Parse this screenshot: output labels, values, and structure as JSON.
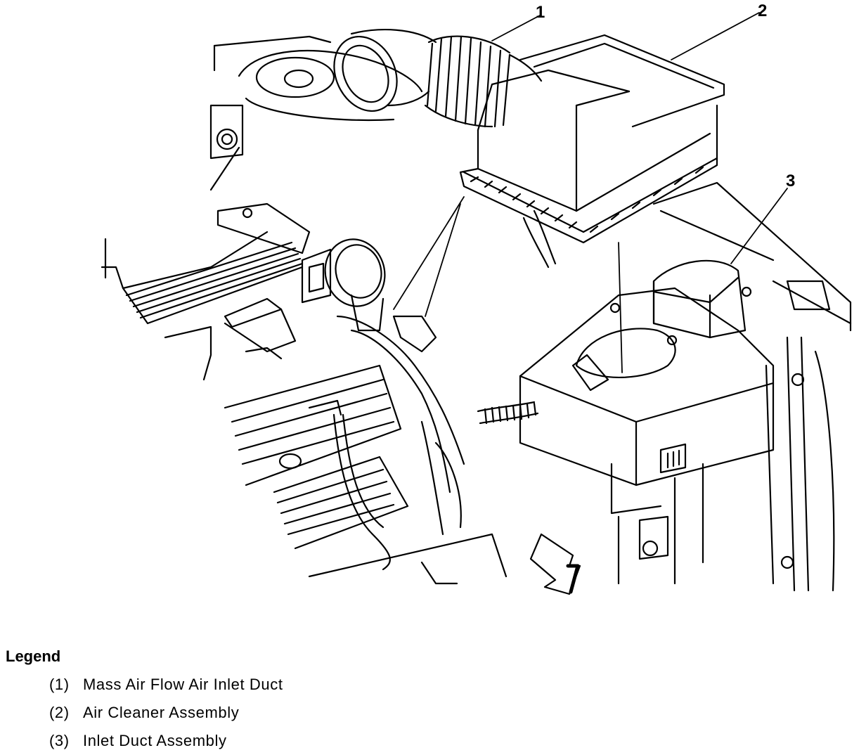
{
  "callouts": [
    {
      "label": "1"
    },
    {
      "label": "2"
    },
    {
      "label": "3"
    }
  ],
  "legend": {
    "title": "Legend",
    "items": [
      {
        "number": "(1)",
        "text": "Mass Air Flow Air Inlet Duct"
      },
      {
        "number": "(2)",
        "text": "Air Cleaner Assembly"
      },
      {
        "number": "(3)",
        "text": "Inlet Duct Assembly"
      }
    ]
  }
}
